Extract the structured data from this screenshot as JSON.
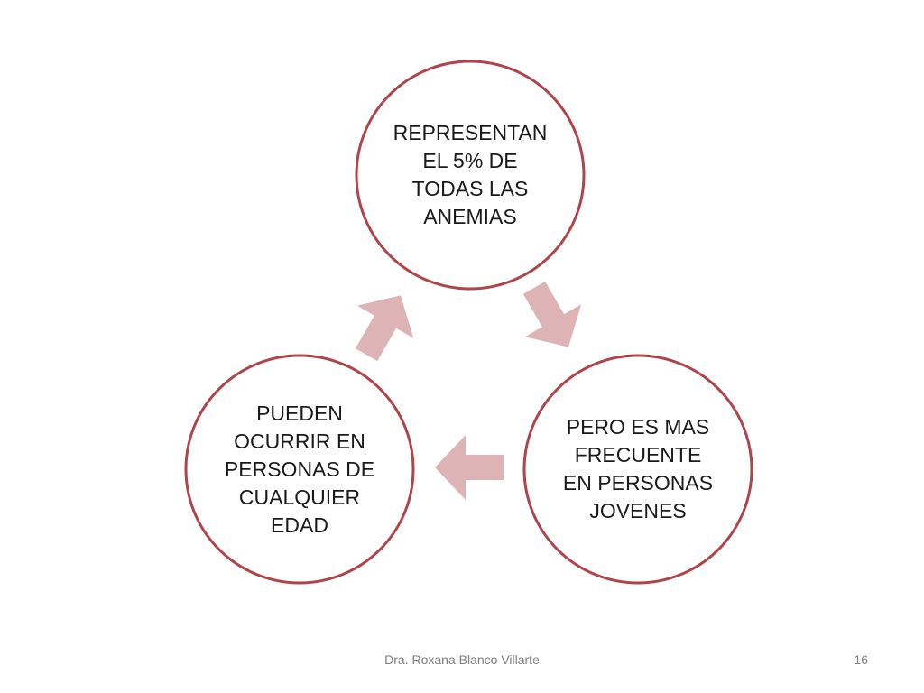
{
  "colors": {
    "circle_stroke": "#b0444b",
    "circle_fill": "#ffffff",
    "arrow_fill": "#ddb3b5",
    "text": "#1a1a1a",
    "footer_text": "#7f7f7f"
  },
  "diagram": {
    "nodes": [
      {
        "id": "top",
        "text": "REPRESENTAN\nEL 5% DE\nTODAS LAS\nANEMIAS"
      },
      {
        "id": "right",
        "text": "PERO ES MAS\nFRECUENTE\nEN PERSONAS\nJOVENES"
      },
      {
        "id": "left",
        "text": "PUEDEN\nOCURRIR EN\nPERSONAS DE\nCUALQUIER\nEDAD"
      }
    ],
    "arrows": [
      {
        "from": "top",
        "to": "right",
        "icon": "arrow-down-right-icon"
      },
      {
        "from": "right",
        "to": "left",
        "icon": "arrow-left-icon"
      },
      {
        "from": "left",
        "to": "top",
        "icon": "arrow-up-right-icon"
      }
    ]
  },
  "footer": {
    "author": "Dra. Roxana Blanco Villarte",
    "page_number": "16"
  }
}
